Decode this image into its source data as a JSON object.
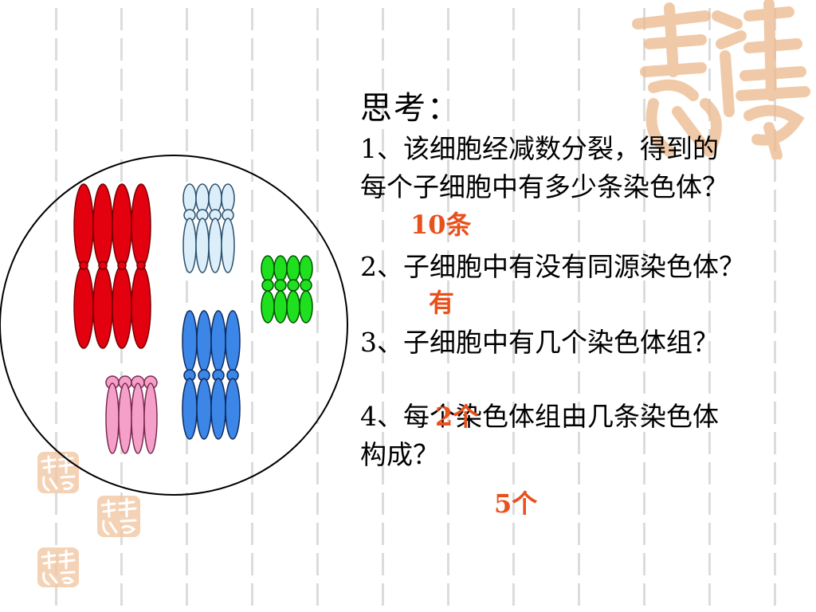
{
  "title": "思考：",
  "questions": [
    {
      "line1": "1、该细胞经减数分裂，得到的",
      "line2": "每个子细胞中有多少条染色体？"
    },
    {
      "line1": "2、子细胞中有没有同源染色体？"
    },
    {
      "line1": "3、子细胞中有几个染色体组？"
    },
    {
      "line1": "4、每个染色体组由几条染色体",
      "line2": "构成？"
    }
  ],
  "answers": [
    "10条",
    "有",
    "2个",
    "5个"
  ],
  "decor": {
    "seal_text": "吉祥如意",
    "seal_color": "#e9a36a"
  },
  "colors": {
    "answer": "#e8501c",
    "red_chromosome": "#e3000f",
    "light_blue_chromosome": "#dbeefa",
    "green_chromosome": "#1ee01e",
    "blue_chromosome": "#3b86e6",
    "pink_chromosome": "#f5a0c8"
  },
  "figure": {
    "groups": [
      {
        "color": "red",
        "count": 4
      },
      {
        "color": "light-blue",
        "count": 4
      },
      {
        "color": "green",
        "count": 4
      },
      {
        "color": "blue",
        "count": 4
      },
      {
        "color": "pink",
        "count": 4
      }
    ]
  }
}
